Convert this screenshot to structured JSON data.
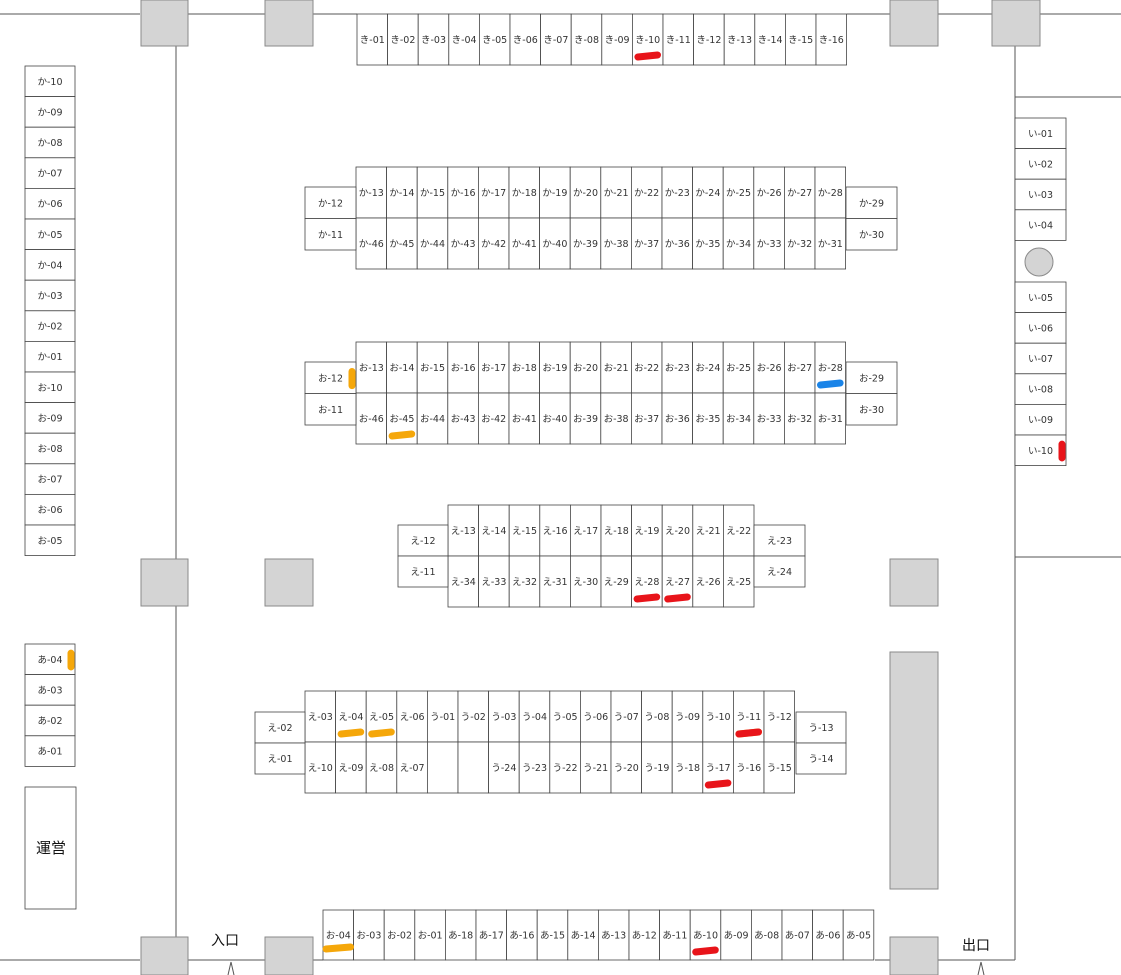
{
  "labels": {
    "entrance": "入口",
    "exit": "出口",
    "staff": "運営"
  },
  "colors": {
    "red": "#e8141a",
    "orange": "#f5a70a",
    "blue": "#1a84e8",
    "pillar_fill": "#d4d4d4",
    "pillar_stroke": "#8a8a8a",
    "wall": "#555555"
  },
  "booths": {
    "ki_row": [
      "き-01",
      "き-02",
      "き-03",
      "き-04",
      "き-05",
      "き-06",
      "き-07",
      "き-08",
      "き-09",
      "き-10",
      "き-11",
      "き-12",
      "き-13",
      "き-14",
      "き-15",
      "き-16"
    ],
    "ka_top": [
      "か-13",
      "か-14",
      "か-15",
      "か-16",
      "か-17",
      "か-18",
      "か-19",
      "か-20",
      "か-21",
      "か-22",
      "か-23",
      "か-24",
      "か-25",
      "か-26",
      "か-27",
      "か-28"
    ],
    "ka_bottom": [
      "か-46",
      "か-45",
      "か-44",
      "か-43",
      "か-42",
      "か-41",
      "か-40",
      "か-39",
      "か-38",
      "か-37",
      "か-36",
      "か-35",
      "か-34",
      "か-33",
      "か-32",
      "か-31"
    ],
    "ka_left": [
      "か-12",
      "か-11"
    ],
    "ka_right": [
      "か-29",
      "か-30"
    ],
    "o_top": [
      "お-13",
      "お-14",
      "お-15",
      "お-16",
      "お-17",
      "お-18",
      "お-19",
      "お-20",
      "お-21",
      "お-22",
      "お-23",
      "お-24",
      "お-25",
      "お-26",
      "お-27",
      "お-28"
    ],
    "o_bottom": [
      "お-46",
      "お-45",
      "お-44",
      "お-43",
      "お-42",
      "お-41",
      "お-40",
      "お-39",
      "お-38",
      "お-37",
      "お-36",
      "お-35",
      "お-34",
      "お-33",
      "お-32",
      "お-31"
    ],
    "o_left": [
      "お-12",
      "お-11"
    ],
    "o_right": [
      "お-29",
      "お-30"
    ],
    "e_top": [
      "え-13",
      "え-14",
      "え-15",
      "え-16",
      "え-17",
      "え-18",
      "え-19",
      "え-20",
      "え-21",
      "え-22"
    ],
    "e_bottom": [
      "え-34",
      "え-33",
      "え-32",
      "え-31",
      "え-30",
      "え-29",
      "え-28",
      "え-27",
      "え-26",
      "え-25"
    ],
    "e_left": [
      "え-12",
      "え-11"
    ],
    "e_right": [
      "え-23",
      "え-24"
    ],
    "u_top": [
      "え-03",
      "え-04",
      "え-05",
      "え-06",
      "う-01",
      "う-02",
      "う-03",
      "う-04",
      "う-05",
      "う-06",
      "う-07",
      "う-08",
      "う-09",
      "う-10",
      "う-11",
      "う-12"
    ],
    "u_bottom": [
      "え-10",
      "え-09",
      "え-08",
      "え-07",
      "",
      "",
      "う-24",
      "う-23",
      "う-22",
      "う-21",
      "う-20",
      "う-19",
      "う-18",
      "う-17",
      "う-16",
      "う-15"
    ],
    "u_left": [
      "え-02",
      "え-01"
    ],
    "u_right": [
      "う-13",
      "う-14"
    ],
    "bottom_row": [
      "お-04",
      "お-03",
      "お-02",
      "お-01",
      "あ-18",
      "あ-17",
      "あ-16",
      "あ-15",
      "あ-14",
      "あ-13",
      "あ-12",
      "あ-11",
      "あ-10",
      "あ-09",
      "あ-08",
      "あ-07",
      "あ-06",
      "あ-05"
    ],
    "left_column": [
      "か-10",
      "か-09",
      "か-08",
      "か-07",
      "か-06",
      "か-05",
      "か-04",
      "か-03",
      "か-02",
      "か-01",
      "お-10",
      "お-09",
      "お-08",
      "お-07",
      "お-06",
      "お-05"
    ],
    "a_column": [
      "あ-04",
      "あ-03",
      "あ-02",
      "あ-01"
    ],
    "i_upper": [
      "い-01",
      "い-02",
      "い-03",
      "い-04"
    ],
    "i_lower": [
      "い-05",
      "い-06",
      "い-07",
      "い-08",
      "い-09",
      "い-10"
    ]
  },
  "marks": [
    {
      "booth": "き-10",
      "color": "red"
    },
    {
      "booth": "お-12",
      "color": "orange"
    },
    {
      "booth": "お-28",
      "color": "blue"
    },
    {
      "booth": "お-45",
      "color": "orange"
    },
    {
      "booth": "い-10",
      "color": "red"
    },
    {
      "booth": "え-28",
      "color": "red"
    },
    {
      "booth": "え-27",
      "color": "red"
    },
    {
      "booth": "あ-04",
      "color": "orange"
    },
    {
      "booth": "え-04",
      "color": "orange"
    },
    {
      "booth": "え-05",
      "color": "orange"
    },
    {
      "booth": "う-11",
      "color": "orange"
    },
    {
      "booth": "う-11",
      "color": "red"
    },
    {
      "booth": "う-17",
      "color": "red"
    },
    {
      "booth": "お-04",
      "color": "orange"
    },
    {
      "booth": "あ-10",
      "color": "red"
    }
  ]
}
